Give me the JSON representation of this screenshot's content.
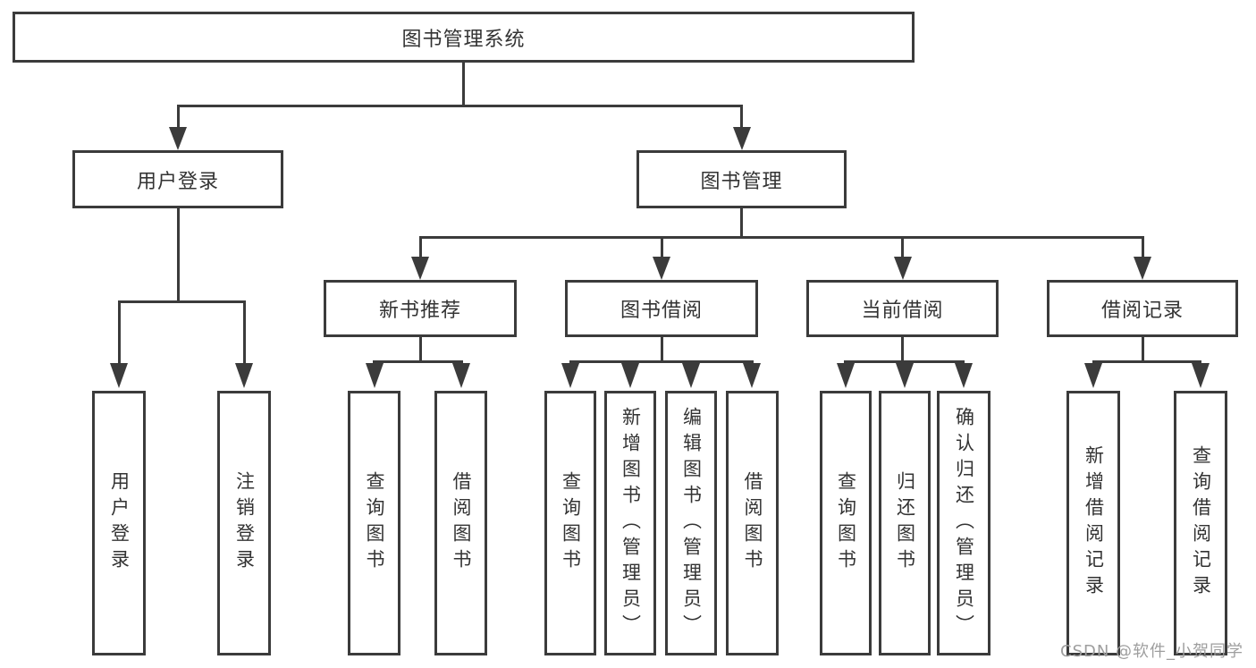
{
  "diagram": {
    "title": "图书管理系统",
    "branches": {
      "user": {
        "label": "用户登录",
        "children": [
          {
            "label": "用户登录"
          },
          {
            "label": "注销登录"
          }
        ]
      },
      "book": {
        "label": "图书管理",
        "modules": [
          {
            "label": "新书推荐",
            "children": [
              {
                "label": "查询图书"
              },
              {
                "label": "借阅图书"
              }
            ]
          },
          {
            "label": "图书借阅",
            "children": [
              {
                "label": "查询图书"
              },
              {
                "label": "新增图书（管理员）"
              },
              {
                "label": "编辑图书（管理员）"
              },
              {
                "label": "借阅图书"
              }
            ]
          },
          {
            "label": "当前借阅",
            "children": [
              {
                "label": "查询图书"
              },
              {
                "label": "归还图书"
              },
              {
                "label": "确认归还（管理员）"
              }
            ]
          },
          {
            "label": "借阅记录",
            "children": [
              {
                "label": "新增借阅记录"
              },
              {
                "label": "查询借阅记录"
              }
            ]
          }
        ]
      }
    },
    "watermark": "CSDN @软件_小贺同学",
    "colors": {
      "line": "#3b3b3b",
      "text": "#333333",
      "watermark": "#9e9e9e",
      "background": "#ffffff"
    }
  }
}
